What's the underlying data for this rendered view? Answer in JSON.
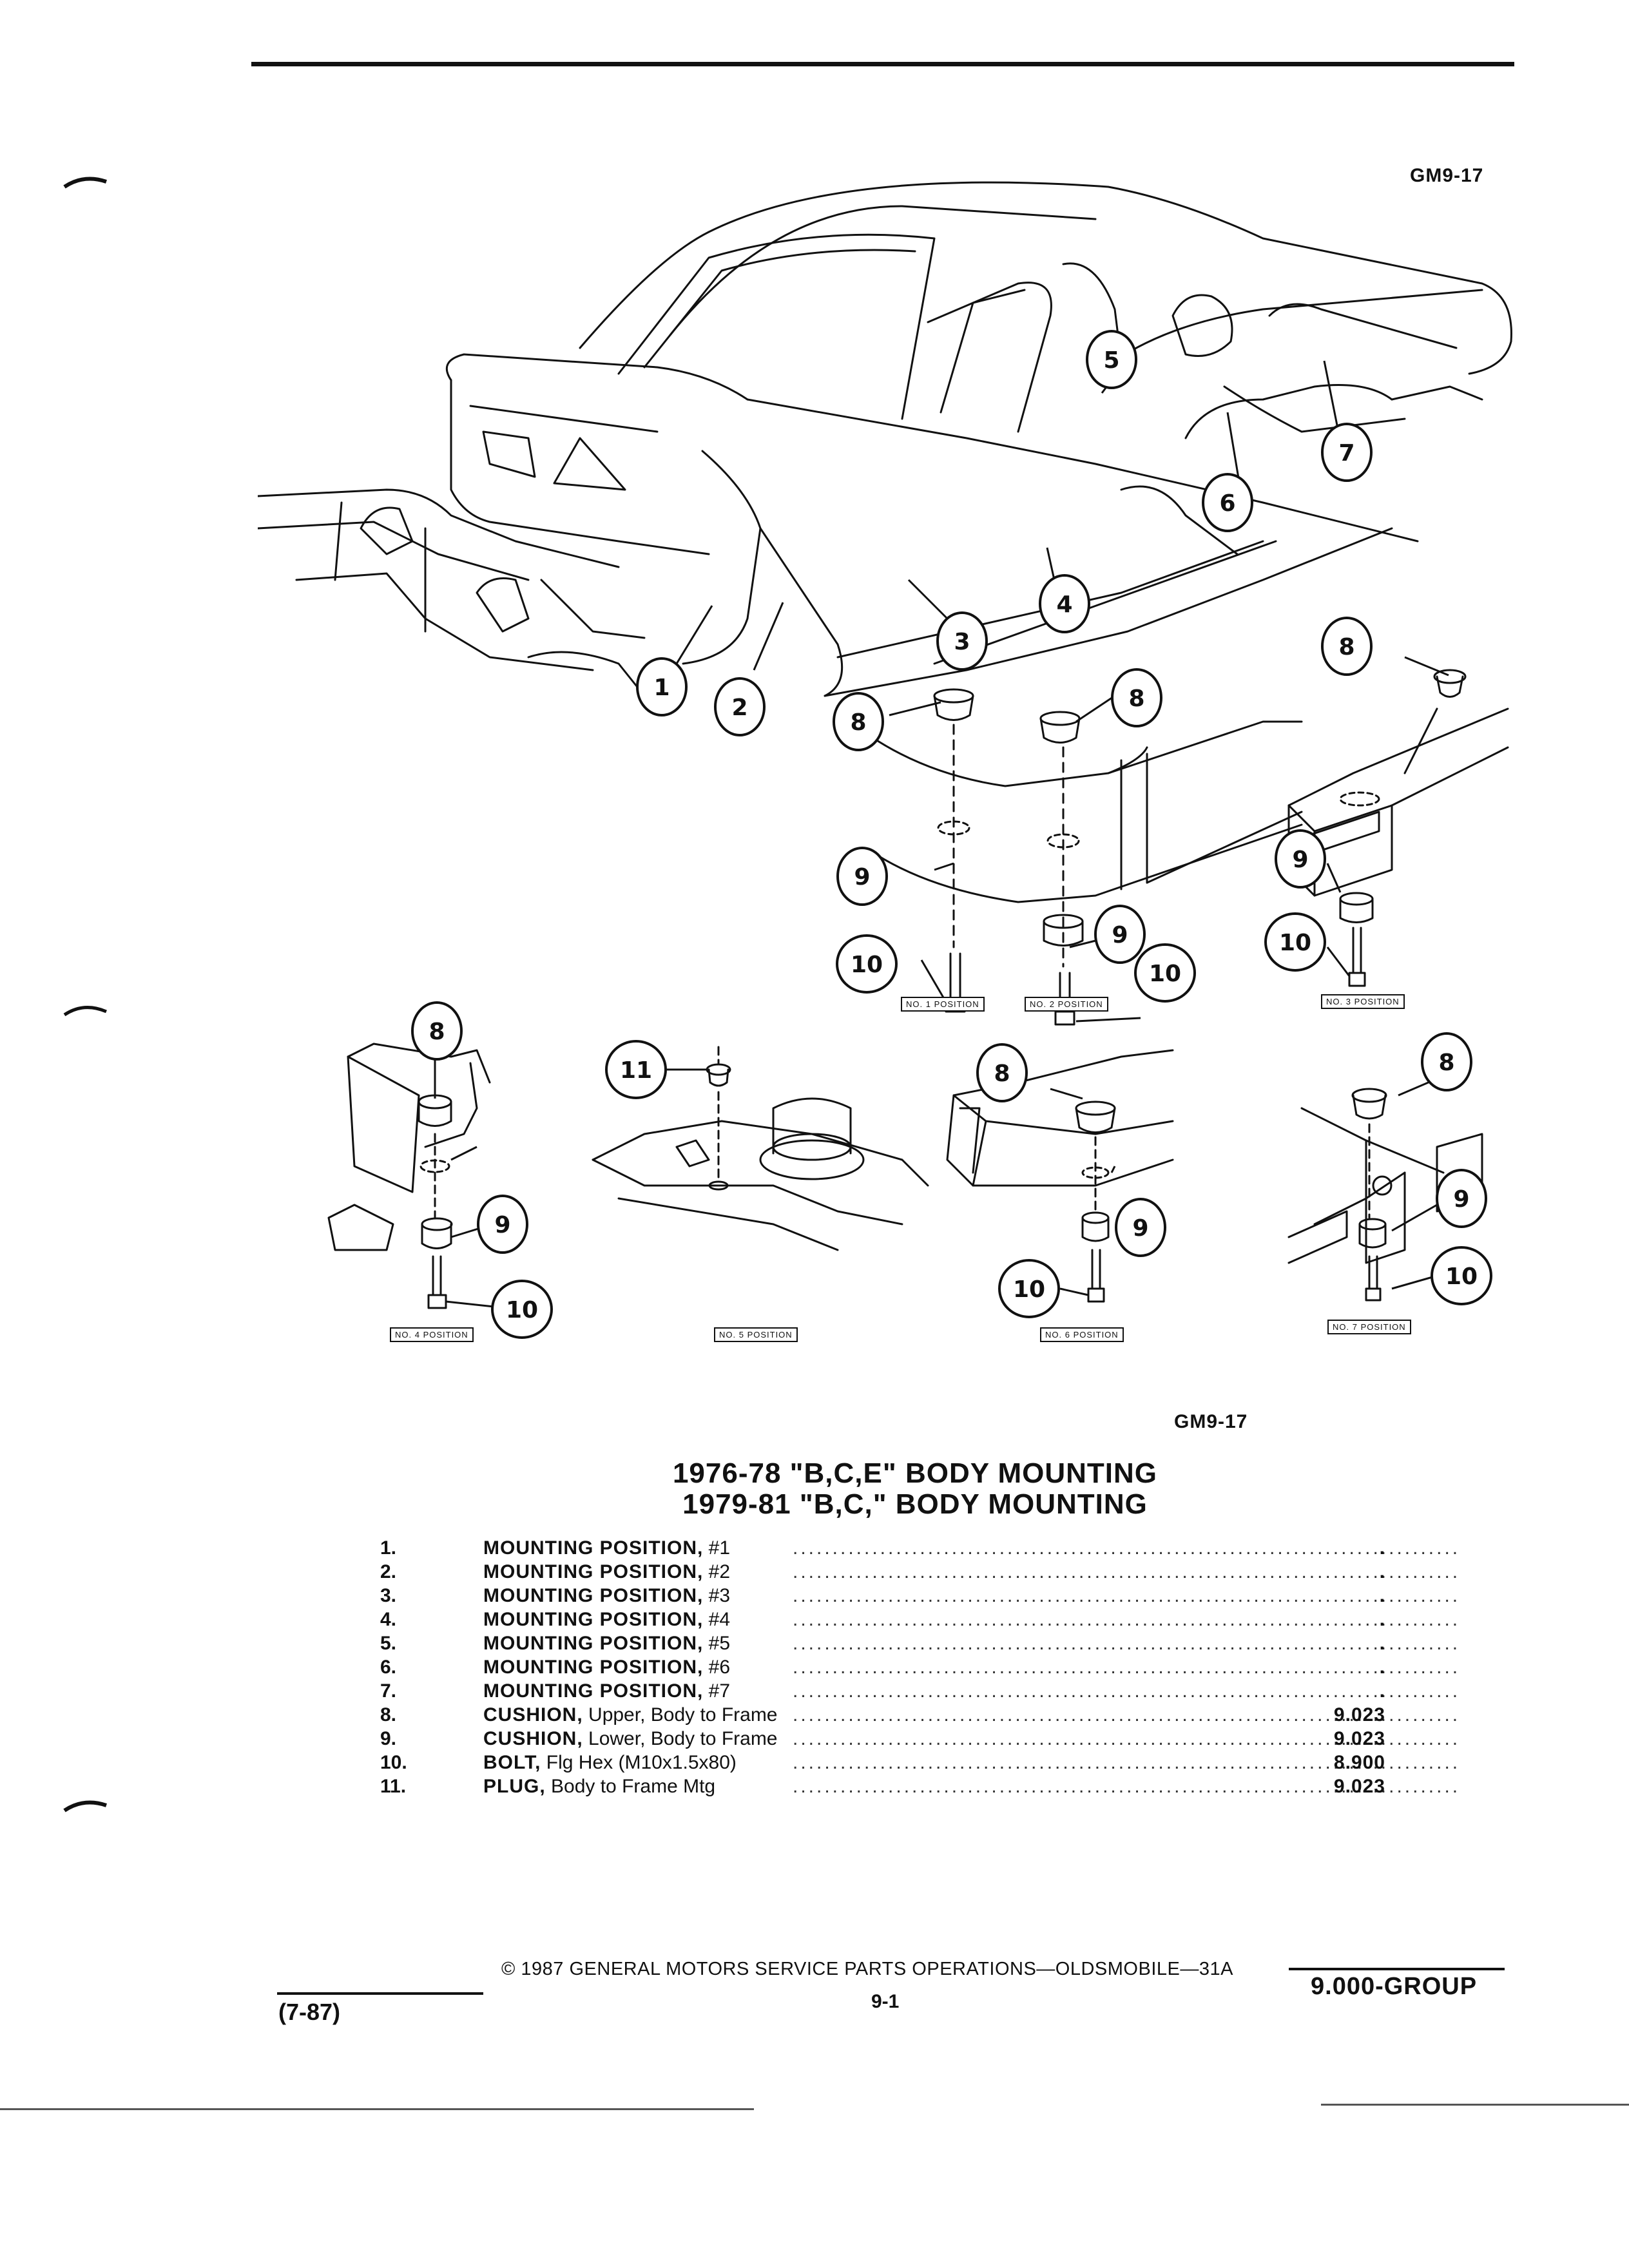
{
  "figure": {
    "ref_top": "GM9-17",
    "ref_bottom": "GM9-17"
  },
  "title": {
    "line1": "1976-78 \"B,C,E\" BODY MOUNTING",
    "line2": "1979-81 \"B,C,\" BODY MOUNTING"
  },
  "callouts": [
    "1",
    "2",
    "3",
    "4",
    "5",
    "6",
    "7",
    "8",
    "9",
    "10",
    "11"
  ],
  "position_labels": {
    "no1": "NO. 1 POSITION",
    "no2": "NO. 2 POSITION",
    "no3": "NO. 3 POSITION",
    "no4": "NO. 4 POSITION",
    "no5": "NO. 5 POSITION",
    "no6": "NO. 6 POSITION",
    "no7": "NO. 7 POSITION"
  },
  "parts": [
    {
      "num": "1.",
      "name": "MOUNTING POSITION,",
      "detail": " #1",
      "value": "."
    },
    {
      "num": "2.",
      "name": "MOUNTING POSITION,",
      "detail": " #2",
      "value": "."
    },
    {
      "num": "3.",
      "name": "MOUNTING POSITION,",
      "detail": " #3",
      "value": "."
    },
    {
      "num": "4.",
      "name": "MOUNTING POSITION,",
      "detail": " #4",
      "value": "."
    },
    {
      "num": "5.",
      "name": "MOUNTING POSITION,",
      "detail": " #5",
      "value": "."
    },
    {
      "num": "6.",
      "name": "MOUNTING POSITION,",
      "detail": " #6",
      "value": "."
    },
    {
      "num": "7.",
      "name": "MOUNTING POSITION,",
      "detail": " #7",
      "value": "."
    },
    {
      "num": "8.",
      "name": "CUSHION,",
      "detail": " Upper, Body to Frame",
      "value": "9.023"
    },
    {
      "num": "9.",
      "name": "CUSHION,",
      "detail": " Lower, Body to Frame",
      "value": "9.023"
    },
    {
      "num": "10.",
      "name": "BOLT,",
      "detail": " Flg Hex (M10x1.5x80)",
      "value": "8.900"
    },
    {
      "num": "11.",
      "name": "PLUG,",
      "detail": " Body to Frame Mtg",
      "value": "9.023"
    }
  ],
  "footer": {
    "copyright": "© 1987 GENERAL MOTORS SERVICE PARTS OPERATIONS—OLDSMOBILE—31A",
    "date": "(7-87)",
    "page": "9-1",
    "group": "9.000-GROUP"
  }
}
